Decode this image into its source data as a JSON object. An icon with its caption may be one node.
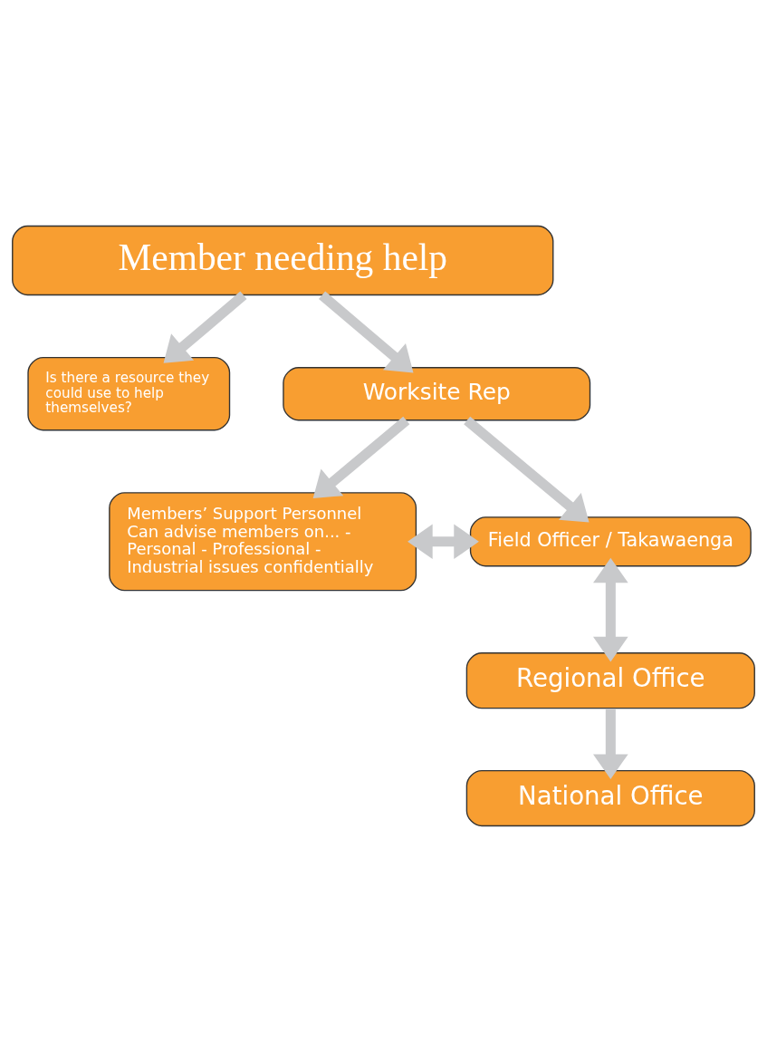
{
  "diagram": {
    "nodes": [
      {
        "text": [
          "Member needing help"
        ]
      },
      {
        "text": [
          "Is there a resource they could use to help themselves?"
        ]
      },
      {
        "text": [
          "Worksite Rep"
        ]
      },
      {
        "text": [
          "Members’ Support Personnel",
          "Can advise members on... - Personal - Professional - Industrial issues confidentially"
        ]
      },
      {
        "text": [
          "Field Officer / Takawaenga"
        ]
      },
      {
        "text": [
          "Regional Office"
        ]
      },
      {
        "text": [
          "National Office"
        ]
      }
    ],
    "edges": [
      {
        "from": 0,
        "to": 1,
        "arrow": "to"
      },
      {
        "from": 0,
        "to": 2,
        "arrow": "to"
      },
      {
        "from": 2,
        "to": 3,
        "arrow": "to"
      },
      {
        "from": 2,
        "to": 4,
        "arrow": "to"
      },
      {
        "from": 3,
        "to": 4,
        "arrow": "both"
      },
      {
        "from": 4,
        "to": 5,
        "arrow": "both"
      },
      {
        "from": 5,
        "to": 6,
        "arrow": "to"
      }
    ]
  }
}
